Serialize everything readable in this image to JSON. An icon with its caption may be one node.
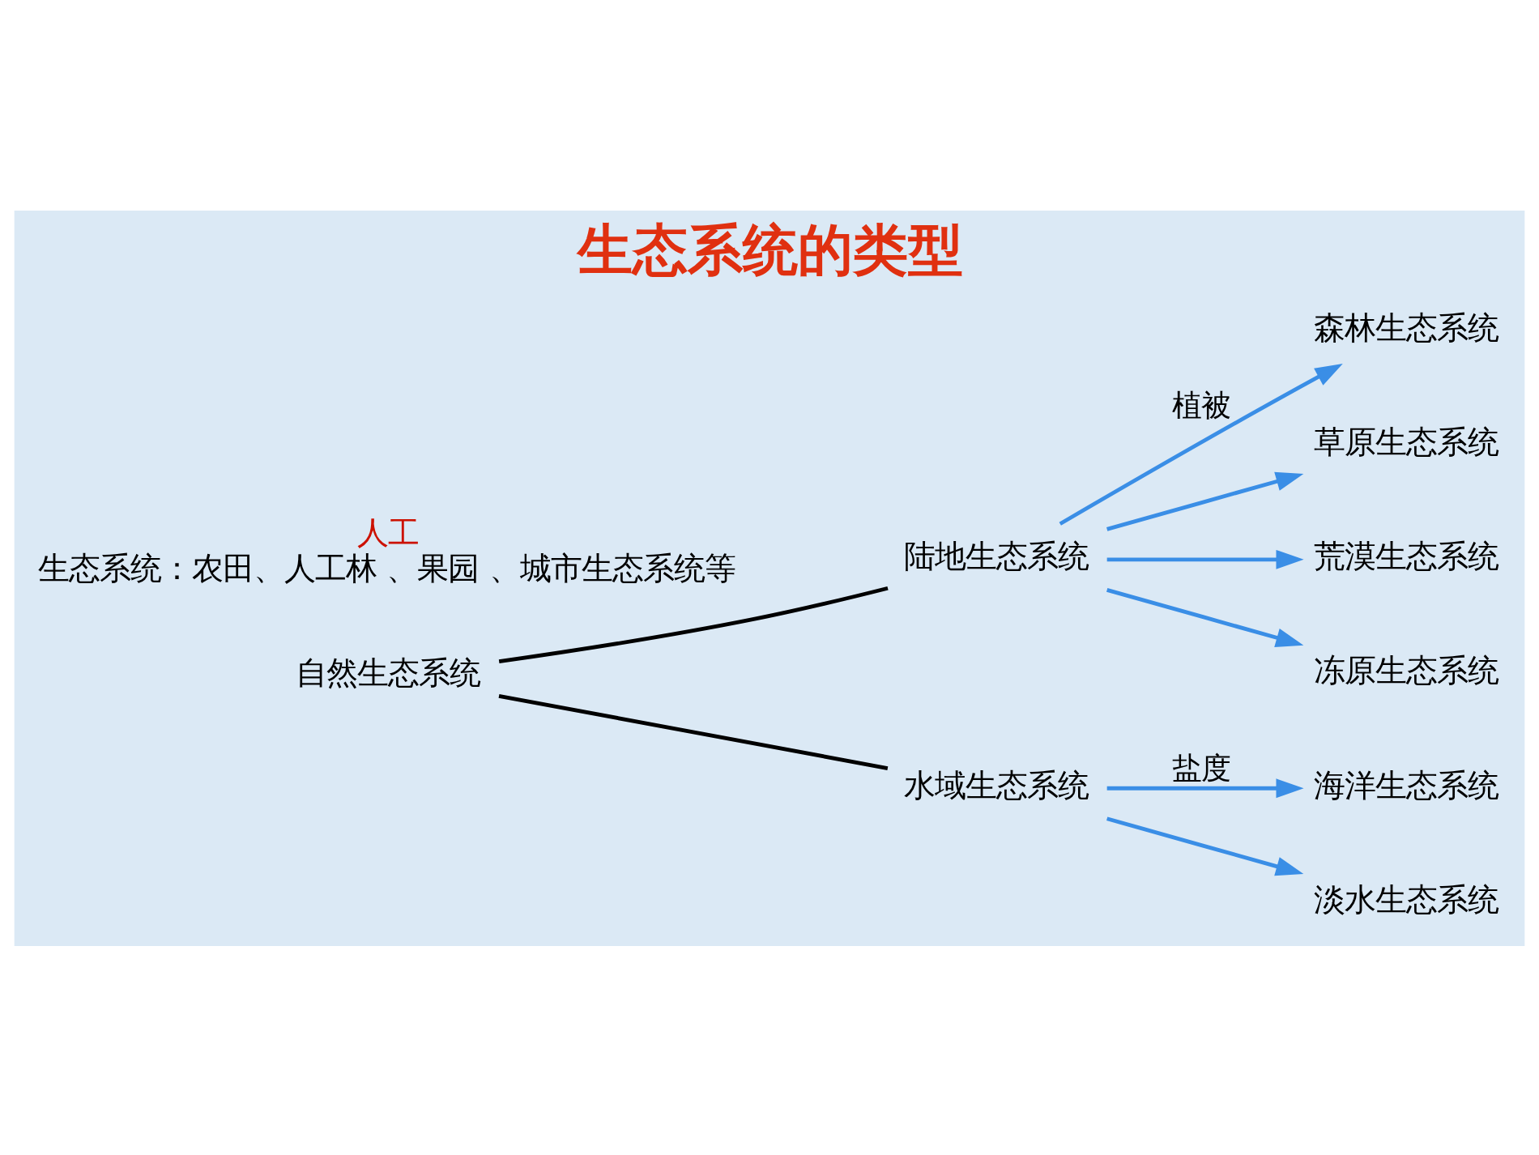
{
  "diagram": {
    "title": "生态系统的类型",
    "nodes": [
      {
        "text": [
          "自然生态系统"
        ]
      },
      {
        "text": [
          "陆地生态系统"
        ]
      },
      {
        "text": [
          "森林生态系统"
        ]
      },
      {
        "text": [
          "草原生态系统"
        ]
      },
      {
        "text": [
          "荒漠生态系统"
        ]
      },
      {
        "text": [
          "冻原生态系统"
        ]
      },
      {
        "text": [
          "水域生态系统"
        ]
      },
      {
        "text": [
          "海洋生态系统"
        ]
      },
      {
        "text": [
          "淡水生态系统"
        ]
      },
      {
        "text": [
          "人工",
          "生态系统：农田、人工林 、果园 、城市生态系统等"
        ]
      }
    ],
    "edges": [
      {
        "from": 0,
        "to": 1,
        "arrow": "none",
        "color": "#000000"
      },
      {
        "from": 0,
        "to": 6,
        "arrow": "none",
        "color": "#000000"
      },
      {
        "from": 1,
        "to": 2,
        "arrow": "to",
        "label": "植被"
      },
      {
        "from": 1,
        "to": 3,
        "arrow": "to"
      },
      {
        "from": 1,
        "to": 4,
        "arrow": "to"
      },
      {
        "from": 1,
        "to": 5,
        "arrow": "to"
      },
      {
        "from": 6,
        "to": 7,
        "arrow": "to",
        "label": "盐度"
      },
      {
        "from": 6,
        "to": 8,
        "arrow": "to"
      }
    ]
  }
}
